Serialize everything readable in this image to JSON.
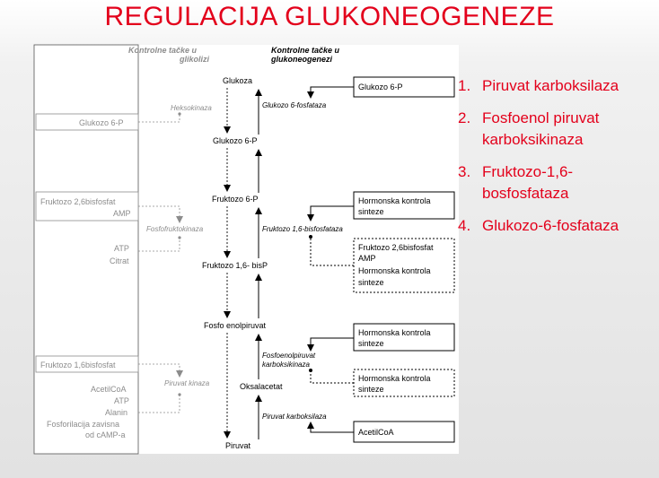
{
  "title": "REGULACIJA GLUKONEOGENEZE",
  "headers": {
    "glycolysis": [
      "Kontrolne tačke u",
      "glikolizi"
    ],
    "gluconeogenesis": [
      "Kontrolne tačke u",
      "glukoneogenezi"
    ]
  },
  "metabolites": {
    "glukoza": "Glukoza",
    "glukozo6p": "Glukozo 6-P",
    "fruktozo6p": "Fruktozo 6-P",
    "fruktozo16bisp": "Fruktozo 1,6- bisP",
    "fosfoenolpiruvat": "Fosfo enolpiruvat",
    "oksalacetat": "Oksalacetat",
    "piruvat": "Piruvat"
  },
  "gluconeogenesis_enzymes": {
    "glukozo6fosfataza": "Glukozo 6-fosfataza",
    "fruktozo16bisfosfataza": "Fruktozo 1,6-bisfosfataza",
    "fosfoenolpiruvat_karboksikinaza": [
      "Fosfoenolpiruvat",
      "karboksikinaza"
    ],
    "piruvat_karboksilaza": "Piruvat karboksilaza"
  },
  "glycolysis_enzymes": {
    "heksokinaza": "Heksokinaza",
    "fosfofruktokinaza": "Fosfofruktokinaza",
    "piruvat_kinaza": "Piruvat kinaza"
  },
  "gluconeogenesis_regulators": {
    "glukozo6p_box": [
      "Glukozo 6-P"
    ],
    "hormonal_fbpase": [
      "Hormonska kontrola",
      "sinteze"
    ],
    "fbpase_inhibitors": [
      "Fruktozo 2,6bisfosfat",
      "AMP",
      "Hormonska kontrola",
      "sinteze"
    ],
    "hormonal_pepck": [
      "Hormonska kontrola",
      "sinteze"
    ],
    "hormonal_pepck_2": [
      "Hormonska kontrola",
      "sinteze"
    ],
    "acetilcoa_box": [
      "AcetilCoA"
    ]
  },
  "glycolysis_regulators": {
    "glukozo6p": "Glukozo 6-P",
    "pfk_activators": [
      "Fruktozo 2,6bisfosfat",
      "AMP"
    ],
    "pfk_inhibitors": [
      "ATP",
      "Citrat"
    ],
    "pk_activator": "Fruktozo 1,6bisfosfat",
    "pk_inhibitors": [
      "AcetilCoA",
      "ATP",
      "Alanin",
      "Fosforilacija zavisna",
      "od cAMP-a"
    ]
  },
  "enzyme_list": [
    {
      "num": "1.",
      "text": "Piruvat karboksilaza"
    },
    {
      "num": "2.",
      "text": "Fosfoenol piruvat karboksikinaza"
    },
    {
      "num": "3.",
      "text": "Fruktozo-1,6-bosfosfataza"
    },
    {
      "num": "4.",
      "text": "Glukozo-6-fosfataza"
    }
  ],
  "colors": {
    "title": "#e3001b",
    "list_text": "#e3001b",
    "diagram_ink": "#000000",
    "faded_ink": "#8c8c8c"
  }
}
